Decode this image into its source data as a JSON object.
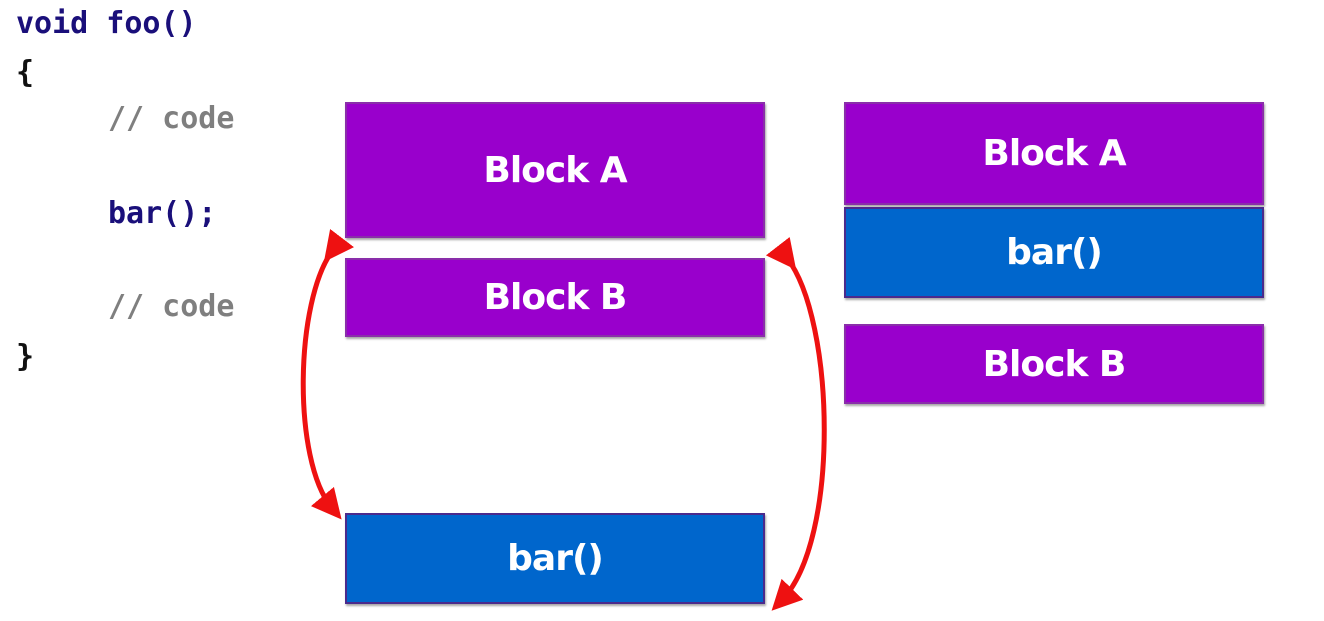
{
  "code": {
    "line1": "void foo()",
    "line2": "{",
    "line3": "// code",
    "line4": "bar();",
    "line5": "// code",
    "line6": "}"
  },
  "left_column": {
    "block_a": "Block A",
    "block_b": "Block B",
    "bar_call": "bar()"
  },
  "right_column": {
    "block_a": "Block A",
    "bar_call": "bar()",
    "block_b": "Block B"
  },
  "colors": {
    "block_purple": "#9900cc",
    "call_blue": "#0066cc",
    "arrow_red": "#ee1111",
    "keyword_navy": "#1a0f7a",
    "comment_gray": "#7f7f7f"
  }
}
